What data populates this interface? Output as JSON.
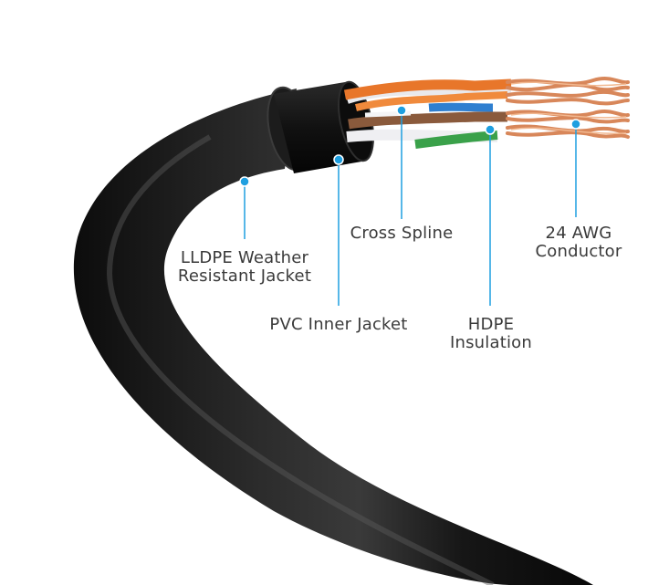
{
  "colors": {
    "accent": "#1e9fe0",
    "label_text": "#3a3a3a",
    "outer_jacket": "#1a1a1a",
    "inner_jacket": "#0f0f0f",
    "copper": "#d8875a",
    "orange_wire": "#e8762a",
    "brown_wire": "#8a5a3c",
    "blue_wire": "#2f7fd0",
    "green_wire": "#3aa14a"
  },
  "callouts": [
    {
      "id": "lldpe",
      "lines": [
        "LLDPE Weather",
        "Resistant Jacket"
      ]
    },
    {
      "id": "pvc",
      "lines": [
        "PVC Inner Jacket"
      ]
    },
    {
      "id": "spline",
      "lines": [
        "Cross Spline"
      ]
    },
    {
      "id": "hdpe",
      "lines": [
        "HDPE",
        "Insulation"
      ]
    },
    {
      "id": "awg",
      "lines": [
        "24 AWG",
        "Conductor"
      ]
    }
  ]
}
